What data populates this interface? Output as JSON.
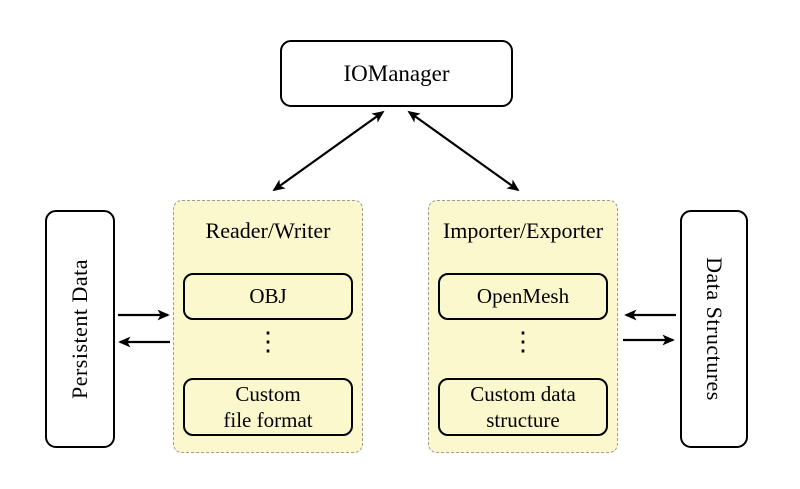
{
  "colors": {
    "panel_fill": "#FBF8CD",
    "panel_border": "#9B9B9B",
    "box_border": "#000000",
    "arrow": "#000000",
    "background": "#FFFFFF"
  },
  "nodes": {
    "io_manager": {
      "label": "IOManager"
    },
    "persistent_data": {
      "label": "Persistent Data"
    },
    "data_structures": {
      "label": "Data Structures"
    },
    "reader_writer": {
      "title": "Reader/Writer",
      "ellipsis": "⋮",
      "items": [
        {
          "lines": [
            "OBJ",
            ""
          ]
        },
        {
          "lines": [
            "Custom",
            "file format"
          ]
        }
      ]
    },
    "importer_exporter": {
      "title": "Importer/Exporter",
      "ellipsis": "⋮",
      "items": [
        {
          "lines": [
            "OpenMesh",
            ""
          ]
        },
        {
          "lines": [
            "Custom data",
            "structure"
          ]
        }
      ]
    }
  },
  "edges": [
    {
      "from": "IOManager",
      "to": "Reader/Writer",
      "bidirectional": true
    },
    {
      "from": "IOManager",
      "to": "Importer/Exporter",
      "bidirectional": true
    },
    {
      "from": "Persistent Data",
      "to": "Reader/Writer",
      "bidirectional": false
    },
    {
      "from": "Reader/Writer",
      "to": "Persistent Data",
      "bidirectional": false
    },
    {
      "from": "Data Structures",
      "to": "Importer/Exporter",
      "bidirectional": false
    },
    {
      "from": "Importer/Exporter",
      "to": "Data Structures",
      "bidirectional": false
    }
  ]
}
